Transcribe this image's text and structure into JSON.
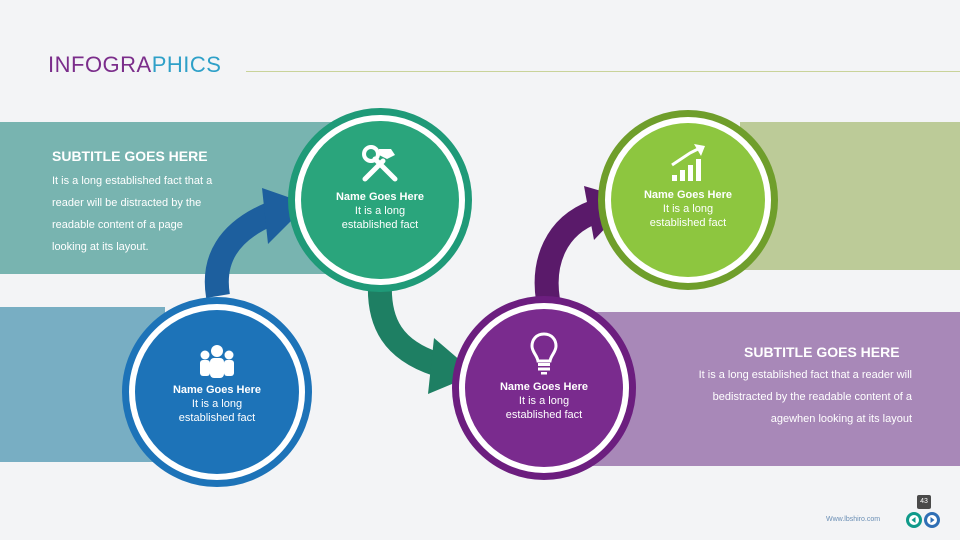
{
  "header": {
    "title_part1": "INFOGRA",
    "title_part2": "PHICS"
  },
  "colors": {
    "teal_band": "#78b4b0",
    "blue_band": "#78aec3",
    "green_band": "#bccb98",
    "purple_band": "#a888b8",
    "blue": "#1d73b8",
    "teal": "#1f9a78",
    "purple": "#6c1e7f",
    "green": "#8dc63f"
  },
  "left_block": {
    "subtitle": "SUBTITLE GOES HERE",
    "lines": [
      "It is a long established fact that a",
      "reader will be distracted by the",
      "readable content of a page",
      "looking at its layout."
    ]
  },
  "right_block": {
    "subtitle": "SUBTITLE GOES HERE",
    "lines": [
      "It is a long established fact that a reader will",
      "bedistracted by the readable content of a",
      "agewhen looking at its layout"
    ]
  },
  "nodes": [
    {
      "icon": "people-icon",
      "name": "Name Goes Here",
      "desc1": "It is a long",
      "desc2": "established fact"
    },
    {
      "icon": "tools-icon",
      "name": "Name Goes Here",
      "desc1": "It is a long",
      "desc2": "established fact"
    },
    {
      "icon": "lightbulb-icon",
      "name": "Name Goes Here",
      "desc1": "It is a long",
      "desc2": "established fact"
    },
    {
      "icon": "growth-chart-icon",
      "name": "Name Goes Here",
      "desc1": "It is a long",
      "desc2": "established fact"
    }
  ],
  "footer": {
    "url": "Www.lbshiro.com",
    "page_number": "43"
  }
}
